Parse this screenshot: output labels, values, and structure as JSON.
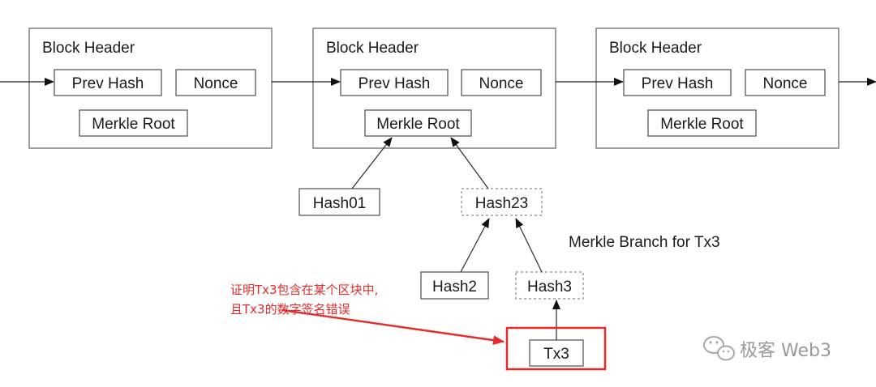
{
  "blocks": [
    {
      "header_label": "Block Header",
      "prev_hash": "Prev Hash",
      "nonce": "Nonce",
      "merkle_root": "Merkle Root"
    },
    {
      "header_label": "Block Header",
      "prev_hash": "Prev Hash",
      "nonce": "Nonce",
      "merkle_root": "Merkle Root"
    },
    {
      "header_label": "Block Header",
      "prev_hash": "Prev Hash",
      "nonce": "Nonce",
      "merkle_root": "Merkle Root"
    }
  ],
  "tree": {
    "hash01": "Hash01",
    "hash23": "Hash23",
    "hash2": "Hash2",
    "hash3": "Hash3",
    "tx3": "Tx3"
  },
  "branch_caption": "Merkle Branch for Tx3",
  "annotation": {
    "line1": "证明Tx3包含在某个区块中,",
    "line2": "且Tx3的数字签名错误",
    "color": "#e62b2b"
  },
  "watermark": {
    "icon": "wechat-icon",
    "text": "极客 Web3"
  }
}
